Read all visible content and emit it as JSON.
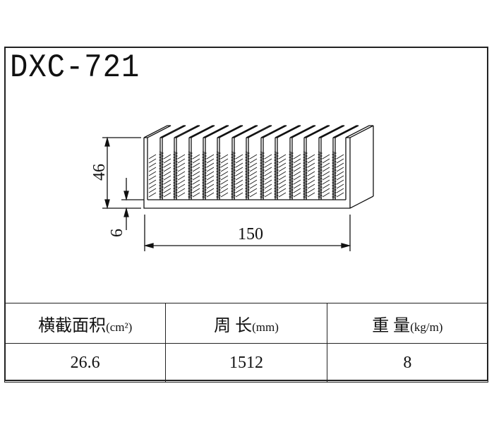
{
  "title": "DXC-721",
  "dimensions": {
    "height": "46",
    "base_thickness": "6",
    "width": "150"
  },
  "table": {
    "headers": [
      {
        "label": "横截面积",
        "unit": "(cm²)"
      },
      {
        "label": "周 长",
        "unit": "(mm)"
      },
      {
        "label": "重 量",
        "unit": "(kg/m)"
      }
    ],
    "values": [
      "26.6",
      "1512",
      "8"
    ]
  }
}
